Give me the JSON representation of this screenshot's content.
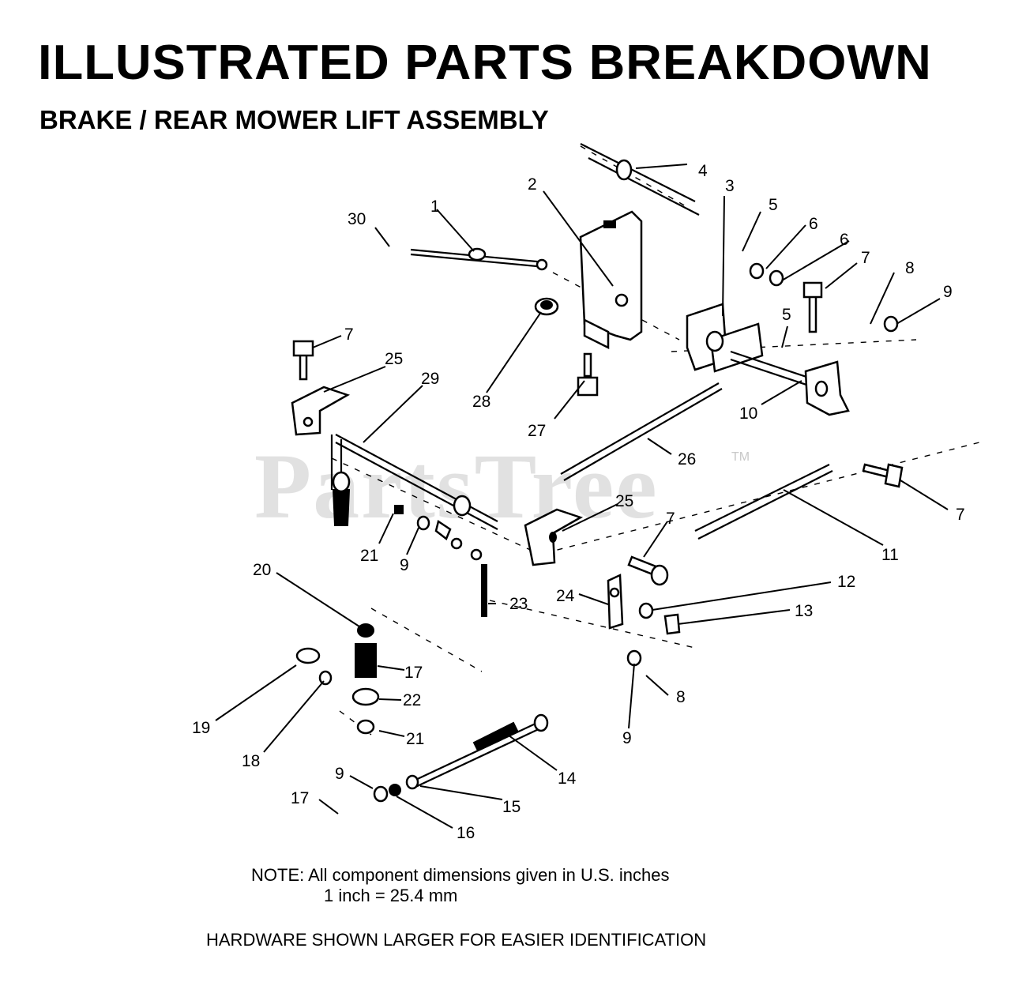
{
  "title": "ILLUSTRATED PARTS BREAKDOWN",
  "subtitle": "BRAKE / REAR MOWER LIFT ASSEMBLY",
  "watermark": "PartsTree",
  "watermark_tm": "TM",
  "note": {
    "line1": "NOTE:  All component dimensions given in U.S. inches",
    "line2": "1 inch = 25.4 mm"
  },
  "hardware_note": "HARDWARE SHOWN LARGER FOR EASIER IDENTIFICATION",
  "callouts": {
    "c1": "1",
    "c2": "2",
    "c3": "3",
    "c4": "4",
    "c5a": "5",
    "c5b": "5",
    "c6a": "6",
    "c6b": "6",
    "c7a": "7",
    "c7b": "7",
    "c7c": "7",
    "c7d": "7",
    "c8a": "8",
    "c8b": "8",
    "c9a": "9",
    "c9b": "9",
    "c9c": "9",
    "c9d": "9",
    "c10": "10",
    "c11": "11",
    "c12": "12",
    "c13": "13",
    "c14": "14",
    "c15": "15",
    "c16": "16",
    "c17a": "17",
    "c17b": "17",
    "c18": "18",
    "c19": "19",
    "c20": "20",
    "c21a": "21",
    "c21b": "21",
    "c22": "22",
    "c23": "23",
    "c24": "24",
    "c25a": "25",
    "c25b": "25",
    "c26": "26",
    "c27": "27",
    "c28": "28",
    "c29": "29",
    "c30": "30"
  }
}
